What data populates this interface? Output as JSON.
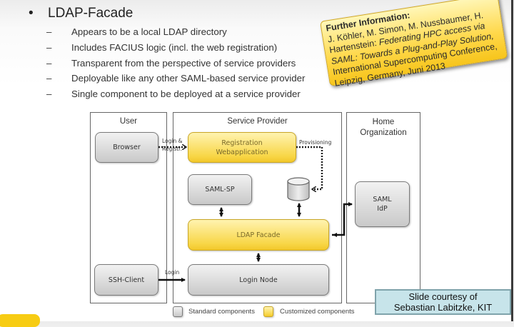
{
  "slide": {
    "bullet": {
      "marker": "•",
      "text": "LDAP-Facade"
    },
    "sub_bullets": [
      {
        "marker": "–",
        "text": "Appears to be a local LDAP directory"
      },
      {
        "marker": "–",
        "text": "Includes FACIUS logic (incl. the web registration)"
      },
      {
        "marker": "–",
        "text": "Transparent from the perspective of service providers"
      },
      {
        "marker": "–",
        "text": "Deployable like any other SAML-based service provider"
      },
      {
        "marker": "–",
        "text": "Single component to be deployed at a service provider"
      }
    ],
    "note": {
      "heading": "Further Information",
      "authors": "J. Köhler, M. Simon, M. Nussbaumer, H. Hartenstein:",
      "title": "Federating HPC access via SAML: Towards a Plug-and-Play Solution,",
      "venue": "International Supercomputing Conference, Leipzig, Germany, Juni 2013"
    },
    "courtesy": {
      "line1": "Slide courtesy of",
      "line2": "Sebastian Labitzke, KIT"
    }
  },
  "diagram": {
    "panels": {
      "user": "User",
      "service_provider": "Service Provider",
      "home_org_line1": "Home",
      "home_org_line2": "Organization"
    },
    "components": {
      "browser": "Browser",
      "ssh_client": "SSH-Client",
      "registration_line1": "Registration",
      "registration_line2": "Webapplication",
      "saml_sp": "SAML-SP",
      "ldap_facade": "LDAP Facade",
      "login_node": "Login Node",
      "saml_idp_line1": "SAML",
      "saml_idp_line2": "IdP",
      "database": "database"
    },
    "edge_labels": {
      "login_registr_line1": "Login &",
      "login_registr_line2": "Registr.",
      "provisioning": "Provisioning",
      "login": "Login"
    },
    "legend": {
      "standard": "Standard components",
      "customized": "Customized components"
    },
    "colors": {
      "standard": "#d4d4d4",
      "customized": "#f8d646"
    }
  }
}
